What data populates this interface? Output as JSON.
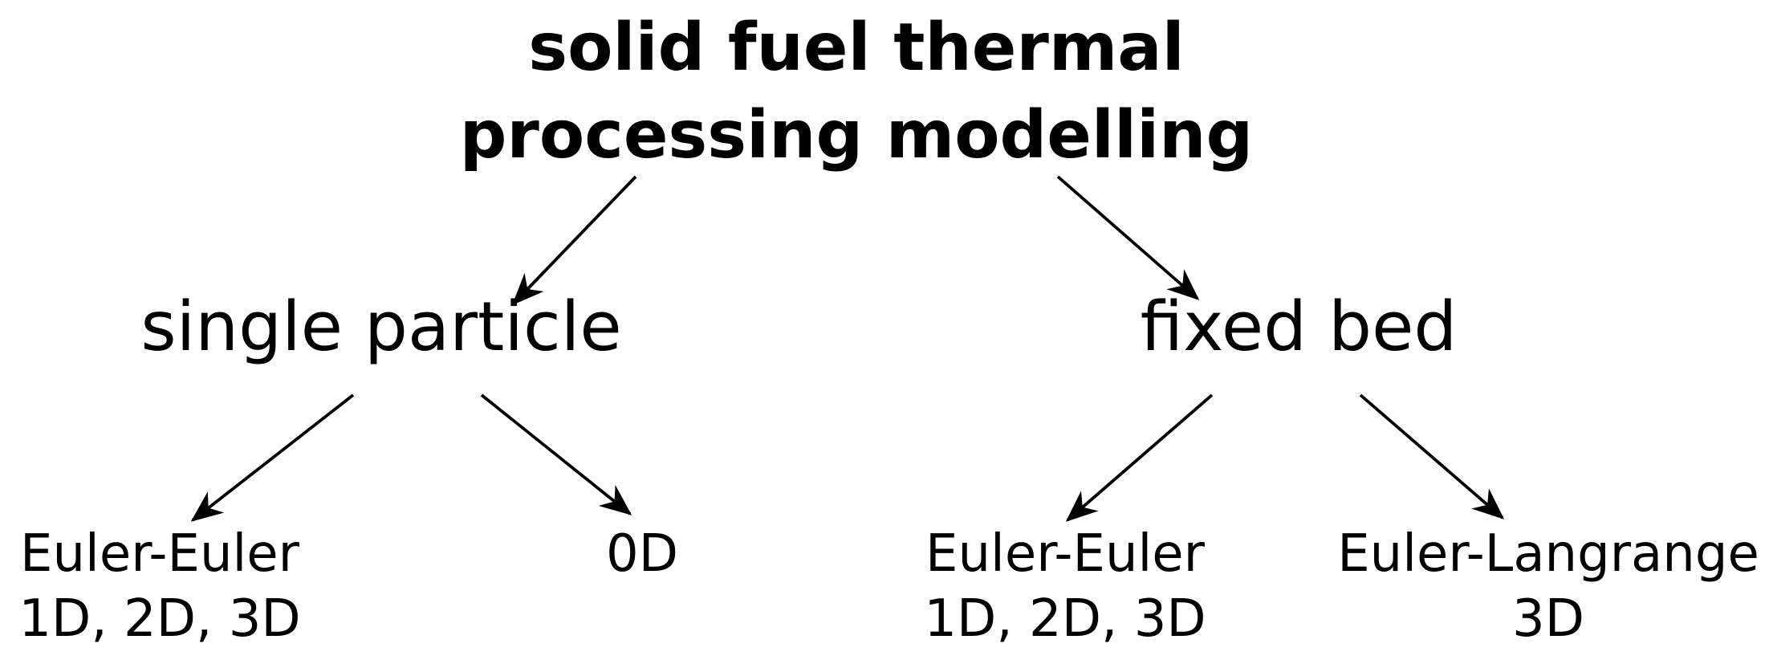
{
  "colors": {
    "background": "#ffffff",
    "text": "#000000",
    "arrow": "#000000"
  },
  "tree": {
    "root": {
      "id": "root",
      "label": "solid fuel thermal\nprocessing modelling"
    },
    "branches": [
      {
        "id": "single_particle",
        "label": "single particle"
      },
      {
        "id": "fixed_bed",
        "label": "fixed bed"
      }
    ],
    "leaves": [
      {
        "id": "sp_euler_euler",
        "label": "Euler-Euler\n1D, 2D, 3D"
      },
      {
        "id": "sp_0d",
        "label": "0D"
      },
      {
        "id": "fb_euler_euler",
        "label": "Euler-Euler\n1D, 2D, 3D"
      },
      {
        "id": "fb_euler_langrange",
        "label": "Euler-Langrange\n3D"
      }
    ],
    "edges": [
      {
        "from": "root",
        "to": "single_particle"
      },
      {
        "from": "root",
        "to": "fixed_bed"
      },
      {
        "from": "single_particle",
        "to": "sp_euler_euler"
      },
      {
        "from": "single_particle",
        "to": "sp_0d"
      },
      {
        "from": "fixed_bed",
        "to": "fb_euler_euler"
      },
      {
        "from": "fixed_bed",
        "to": "fb_euler_langrange"
      }
    ]
  }
}
